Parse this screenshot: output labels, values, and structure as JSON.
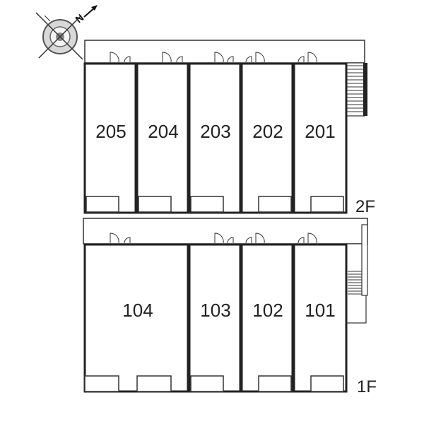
{
  "compass": {
    "north_label": "N",
    "icon": "compass-icon"
  },
  "floors": [
    {
      "label": "2F",
      "units": [
        "205",
        "204",
        "203",
        "202",
        "201"
      ]
    },
    {
      "label": "1F",
      "units": [
        "104",
        "103",
        "102",
        "101"
      ]
    }
  ],
  "colors": {
    "wall": "#222222",
    "background": "#ffffff"
  }
}
